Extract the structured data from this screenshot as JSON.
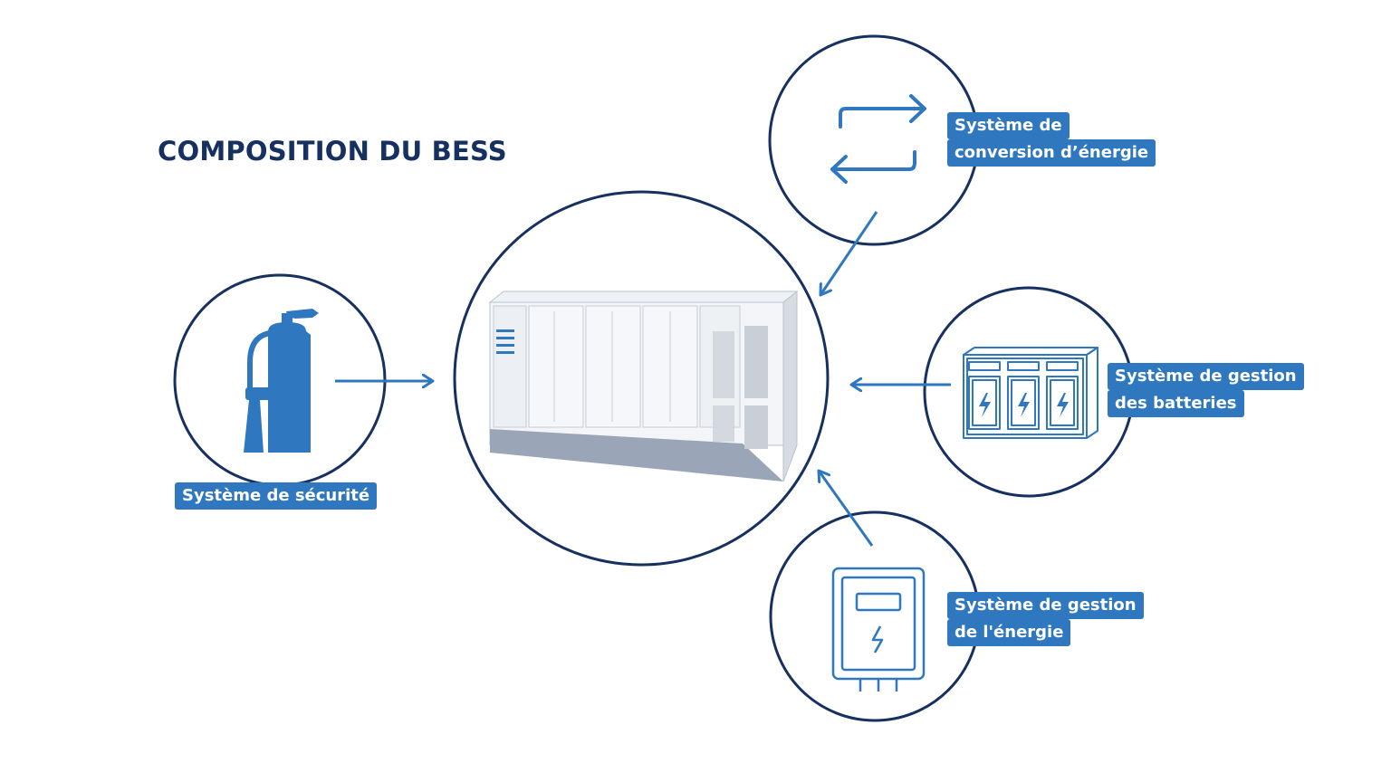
{
  "title": "COMPOSITION DU BESS",
  "colors": {
    "navy": "#16305f",
    "accent": "#2f78c0",
    "label_text": "#ffffff"
  },
  "center": {
    "icon": "bess-container-icon"
  },
  "components": [
    {
      "id": "securite",
      "icon": "fire-extinguisher-icon",
      "lines": [
        "Système de sécurité"
      ]
    },
    {
      "id": "conversion",
      "icon": "exchange-arrows-icon",
      "lines": [
        "Système de",
        "conversion d’énergie"
      ]
    },
    {
      "id": "batteries",
      "icon": "battery-cabinet-icon",
      "lines": [
        "Système de gestion",
        "des batteries"
      ]
    },
    {
      "id": "energie",
      "icon": "energy-meter-icon",
      "lines": [
        "Système de gestion",
        "de l'énergie"
      ]
    }
  ]
}
